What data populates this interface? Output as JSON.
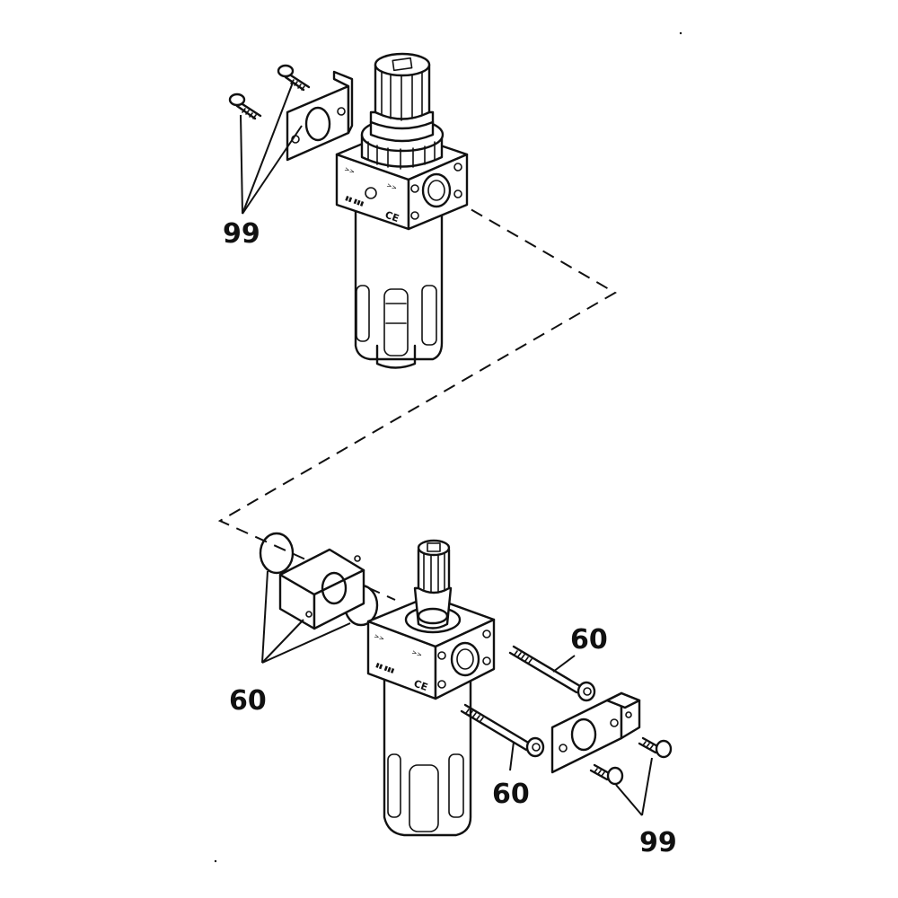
{
  "callouts": {
    "top_screws": "99",
    "bottom_seals": "60",
    "bottom_bolt_upper": "60",
    "bottom_bolt_lower": "60",
    "bottom_screws": "99"
  },
  "markings": {
    "ce_top": "CE",
    "ce_bottom": "CE"
  },
  "colors": {
    "line": "#111111",
    "background": "#ffffff"
  }
}
